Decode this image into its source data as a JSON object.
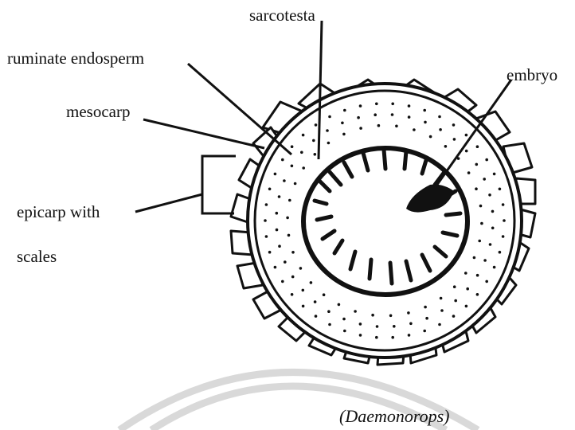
{
  "labels": {
    "sarcotesta": "sarcotesta",
    "ruminate_endosperm": "ruminate endosperm",
    "embryo": "embryo",
    "mesocarp": "mesocarp",
    "epicarp_line1": "epicarp with",
    "epicarp_line2": "scales"
  },
  "caption": "(Daemonorops)",
  "colors": {
    "ink": "#111111",
    "watermark": "#d9d9d9"
  }
}
